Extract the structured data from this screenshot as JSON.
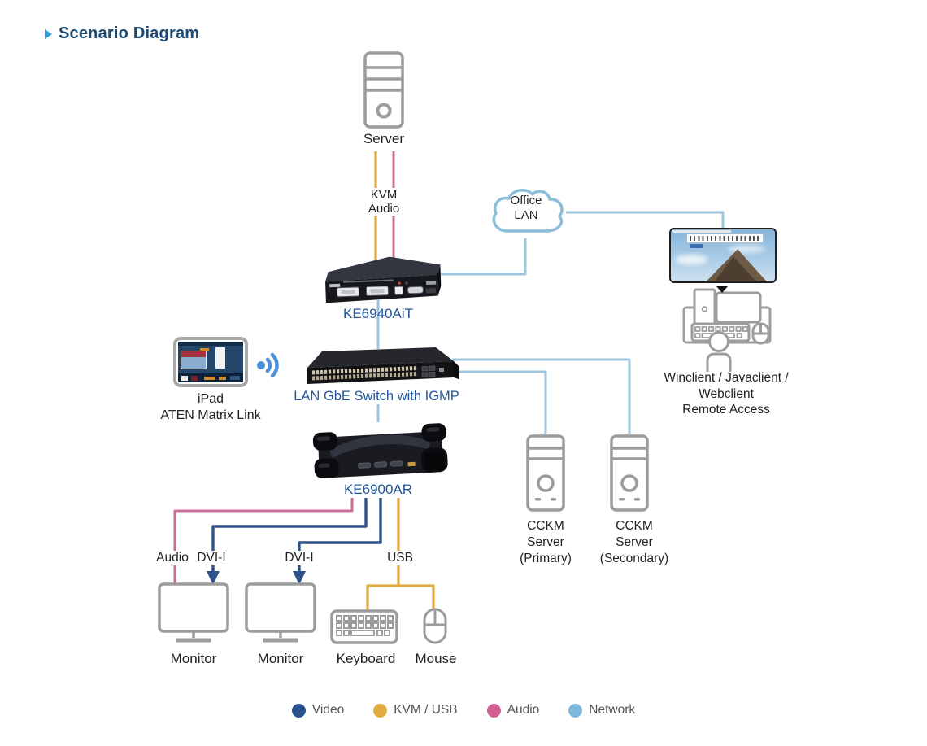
{
  "title": {
    "text": "Scenario Diagram"
  },
  "nodes": {
    "server": {
      "label": "Server"
    },
    "kvm_audio": {
      "lines": [
        "KVM",
        "Audio"
      ]
    },
    "office_lan": {
      "lines": [
        "Office",
        "LAN"
      ]
    },
    "ke6940": {
      "label": "KE6940AiT"
    },
    "remote_client": {
      "lines": [
        "Winclient / Javaclient /",
        "Webclient",
        "Remote Access"
      ]
    },
    "ipad": {
      "lines": [
        "iPad",
        "ATEN Matrix Link"
      ]
    },
    "switch": {
      "label": "LAN GbE Switch with IGMP"
    },
    "ke6900": {
      "label": "KE6900AR"
    },
    "cckm_primary": {
      "lines": [
        "CCKM",
        "Server",
        "(Primary)"
      ]
    },
    "cckm_secondary": {
      "lines": [
        "CCKM",
        "Server",
        "(Secondary)"
      ]
    },
    "cables": {
      "audio": "Audio",
      "dvi1": "DVI-I",
      "dvi2": "DVI-I",
      "usb": "USB"
    },
    "peripherals": {
      "monitor1": "Monitor",
      "monitor2": "Monitor",
      "keyboard": "Keyboard",
      "mouse": "Mouse"
    }
  },
  "legend": {
    "items": [
      {
        "label": "Video",
        "color": "#27518f"
      },
      {
        "label": "KVM / USB",
        "color": "#e2ab3e"
      },
      {
        "label": "Audio",
        "color": "#cf6090"
      },
      {
        "label": "Network",
        "color": "#7fb8dd"
      }
    ]
  },
  "colors": {
    "video": "#2f5389",
    "kvm": "#dcab44",
    "audio": "#c96d96",
    "network": "#9ec4dd",
    "title": "#1b4a72",
    "device_label": "#23579c",
    "bullet": "#2d9bd5",
    "icon_gray": "#9c9c9c"
  }
}
